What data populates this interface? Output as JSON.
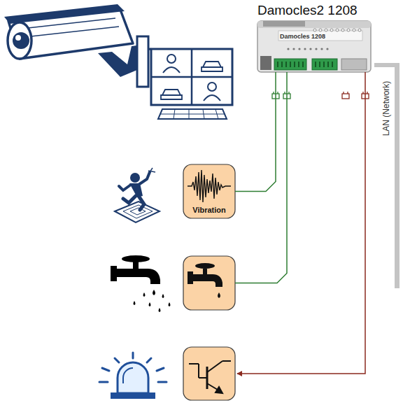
{
  "diagram": {
    "nodes": [
      {
        "text": [
          "Damocles2 1208",
          "Damocles 1208"
        ]
      },
      {
        "text": [
          "Vibration"
        ]
      },
      {
        "text": []
      },
      {
        "text": []
      }
    ],
    "edges": [
      {
        "from": 0,
        "to": 1,
        "arrow": "none"
      },
      {
        "from": 0,
        "to": 2,
        "arrow": "none"
      },
      {
        "from": 0,
        "to": 3,
        "arrow": "to"
      }
    ],
    "labels": [
      "LAN (Network)"
    ]
  }
}
